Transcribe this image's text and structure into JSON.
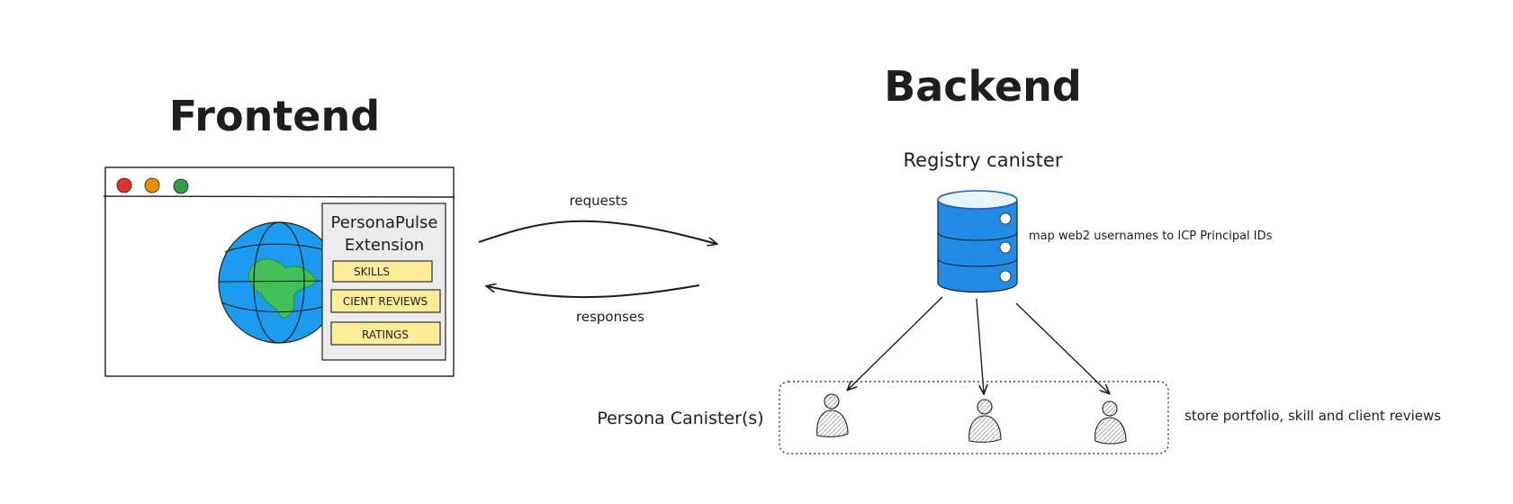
{
  "frontend": {
    "title": "Frontend",
    "extension": {
      "name_line1": "PersonaPulse",
      "name_line2": "Extension",
      "buttons": [
        "SKILLS",
        "CIENT REVIEWS",
        "RATINGS"
      ]
    },
    "window_dots": [
      "#e03131",
      "#f08c00",
      "#2f9e44"
    ]
  },
  "arrows": {
    "requests_label": "requests",
    "responses_label": "responses"
  },
  "backend": {
    "title": "Backend",
    "registry_label": "Registry canister",
    "registry_note": "map web2 usernames to ICP Principal IDs",
    "persona_label": "Persona Canister(s)",
    "persona_note": "store portfolio, skill and client reviews",
    "db_color": "#228be6"
  }
}
